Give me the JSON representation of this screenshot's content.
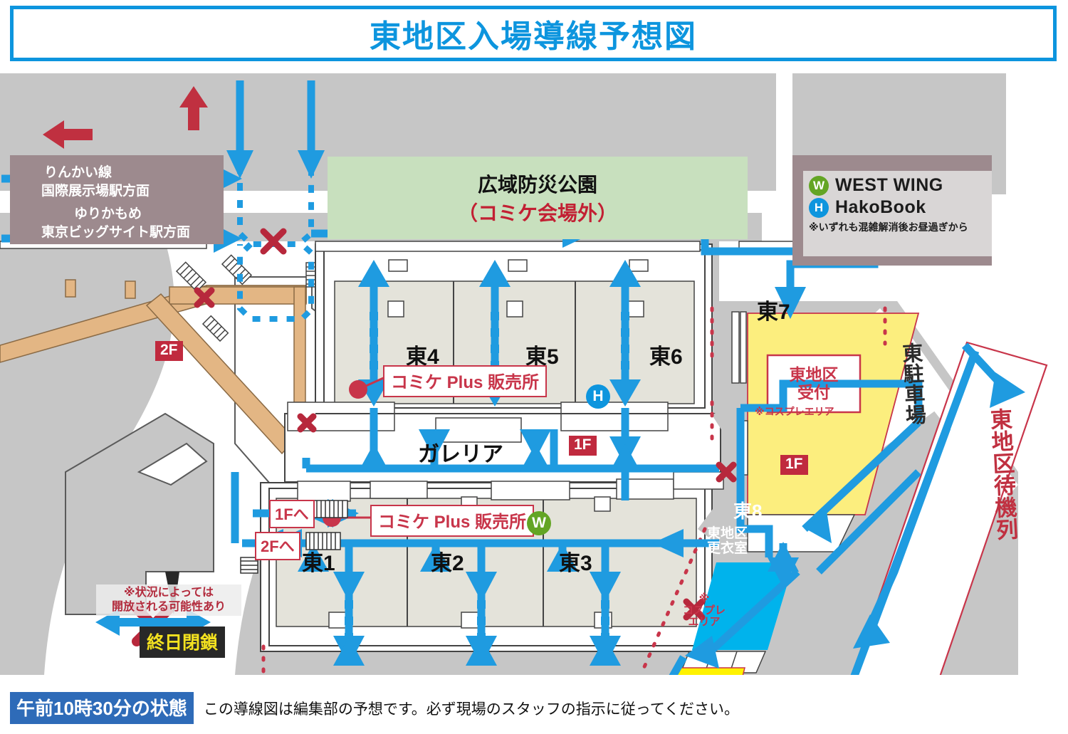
{
  "title": "東地区入場導線予想図",
  "colors": {
    "accent_blue": "#0D95DE",
    "red": "#C8354A",
    "red_fill": "#C02A3E",
    "yellow": "#FCEE7E",
    "cyan": "#00B3EC",
    "green_badge": "#63A524",
    "park_green": "#C8E0BE",
    "hall_fill": "#E4E3DA",
    "map_gray": "#C6C6C6",
    "transit_mauve": "#9D8A8E",
    "walkway_tan": "#E3B684",
    "closed_bg": "#282828",
    "closed_fg": "#F4E21F",
    "caption_badge": "#2E6BB8"
  },
  "legend": {
    "items": [
      {
        "badge": "W",
        "label": "WEST WING",
        "badge_color": "#63A524"
      },
      {
        "badge": "H",
        "label": "HakoBook",
        "badge_color": "#0D95DE"
      }
    ],
    "note": "※いずれも混雑解消後お昼過ぎから"
  },
  "transit": {
    "line1": "りんかい線",
    "line2": "国際展示場駅方面",
    "line3": "ゆりかもめ",
    "line4": "東京ビッグサイト駅方面"
  },
  "park": {
    "line1": "広域防災公園",
    "line2": "（コミケ会場外）"
  },
  "halls": [
    {
      "name": "東4"
    },
    {
      "name": "東5"
    },
    {
      "name": "東6"
    },
    {
      "name": "東1"
    },
    {
      "name": "東2"
    },
    {
      "name": "東3"
    },
    {
      "name": "東7"
    },
    {
      "name": "東8"
    }
  ],
  "map_labels": {
    "galleria": "ガレリア",
    "reception": "東地区\n受付",
    "reception_l1": "東地区",
    "reception_l2": "受付",
    "cosplay_area_note": "※コスプレエリア",
    "changing_room_l1": "東地区",
    "changing_room_l2": "更衣室",
    "cosplay_box_l1": "コスプレ",
    "cosplay_box_l2": "エリア",
    "cosplay_box_mark": "※",
    "parking": "東駐車場",
    "waiting_line": "東地区待機列",
    "floor_1f": "1F",
    "floor_2f": "2F",
    "to_1f": "1Fへ",
    "to_2f": "2Fへ",
    "comike_plus": "コミケ Plus 販売所"
  },
  "notes": {
    "maybe_open_l1": "※状況によっては",
    "maybe_open_l2": "開放される可能性あり",
    "closed_all_day": "終日閉鎖"
  },
  "caption": {
    "badge": "午前10時30分の状態",
    "text": "この導線図は編集部の予想です。必ず現場のスタッフの指示に従ってください。"
  }
}
